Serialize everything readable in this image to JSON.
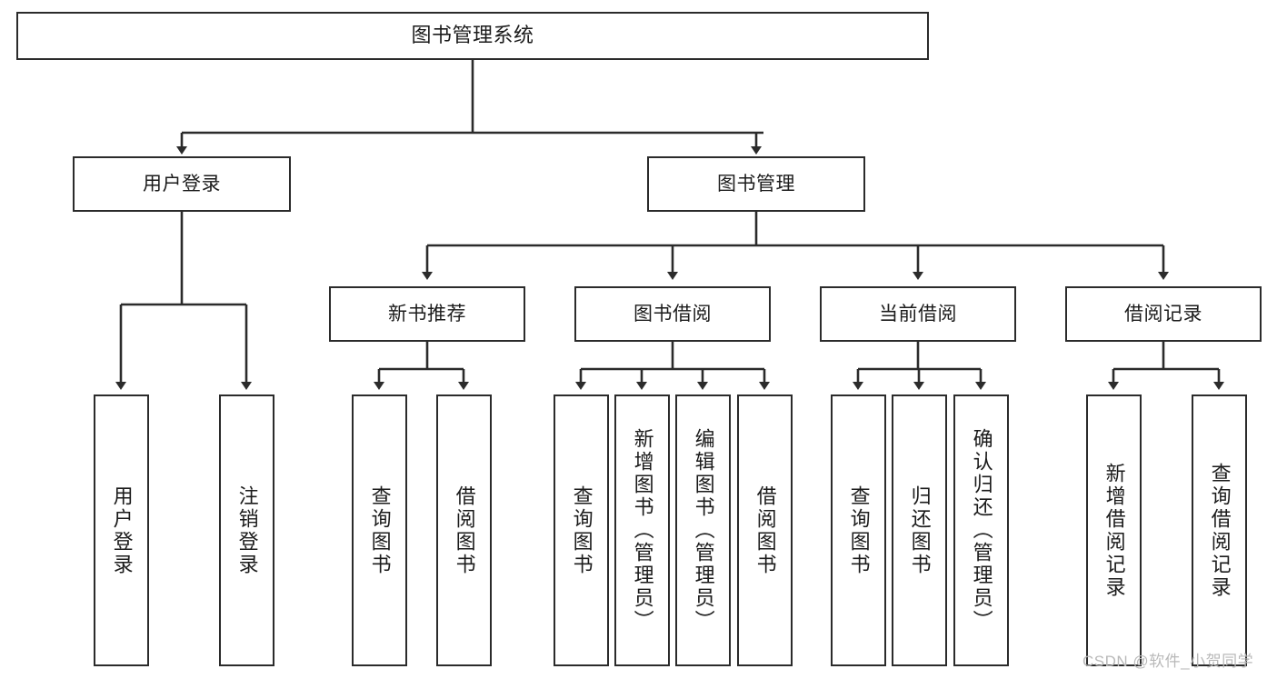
{
  "diagram": {
    "title": "图书管理系统",
    "type": "hierarchy-tree",
    "watermark": "CSDN @软件_小贺同学",
    "colors": {
      "stroke": "#2b2b2b",
      "fill": "#ffffff",
      "text": "#1b1b1b",
      "watermark": "#b9b9b9"
    },
    "levels": {
      "root": {
        "label": "图书管理系统"
      },
      "level2": [
        {
          "label": "用户登录"
        },
        {
          "label": "图书管理"
        }
      ],
      "level3": [
        {
          "label": "新书推荐"
        },
        {
          "label": "图书借阅"
        },
        {
          "label": "当前借阅"
        },
        {
          "label": "借阅记录"
        }
      ],
      "leaves": [
        {
          "label": "用户登录",
          "parent": "用户登录"
        },
        {
          "label": "注销登录",
          "parent": "用户登录"
        },
        {
          "label": "查询图书",
          "parent": "新书推荐"
        },
        {
          "label": "借阅图书",
          "parent": "新书推荐"
        },
        {
          "label": "查询图书",
          "parent": "图书借阅"
        },
        {
          "label": "新增图书（管理员）",
          "parent": "图书借阅"
        },
        {
          "label": "编辑图书（管理员）",
          "parent": "图书借阅"
        },
        {
          "label": "借阅图书",
          "parent": "图书借阅"
        },
        {
          "label": "查询图书",
          "parent": "当前借阅"
        },
        {
          "label": "归还图书",
          "parent": "当前借阅"
        },
        {
          "label": "确认归还（管理员）",
          "parent": "当前借阅"
        },
        {
          "label": "新增借阅记录",
          "parent": "借阅记录"
        },
        {
          "label": "查询借阅记录",
          "parent": "借阅记录"
        }
      ]
    }
  }
}
